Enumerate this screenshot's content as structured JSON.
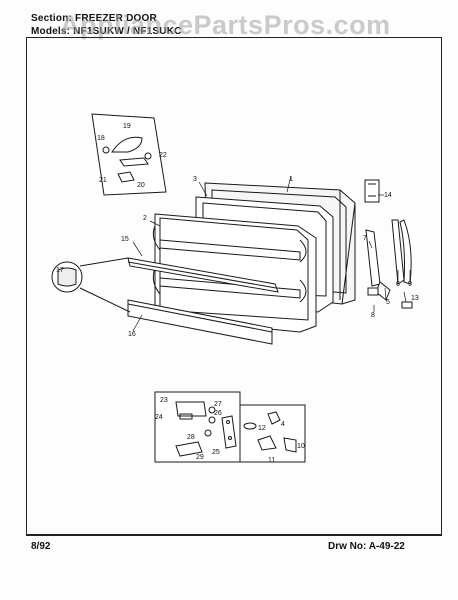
{
  "header": {
    "section": "Section: FREEZER DOOR",
    "models": "Models: NF1SUKW / NF1SUKC"
  },
  "watermark": "AppliancePartsPros.com",
  "footer": {
    "date": "8/92",
    "drawing_number": "Drw No: A-49-22"
  },
  "callouts": {
    "c1": "1",
    "c2": "2",
    "c3": "3",
    "c4": "4",
    "c5": "5",
    "c6": "6",
    "c7": "7",
    "c8": "8",
    "c9": "9",
    "c10": "10",
    "c11": "11",
    "c12": "12",
    "c13": "13",
    "c14": "14",
    "c15": "15",
    "c16": "16",
    "c17": "17",
    "c18": "18",
    "c19": "19",
    "c20": "20",
    "c21": "21",
    "c22": "22",
    "c23": "23",
    "c24": "24",
    "c25": "25",
    "c26": "26",
    "c27": "27",
    "c28": "28",
    "c29": "29"
  },
  "colors": {
    "ink": "#1a1a1a",
    "watermark": "#a0a0a0",
    "paper": "#fdfdfd"
  }
}
